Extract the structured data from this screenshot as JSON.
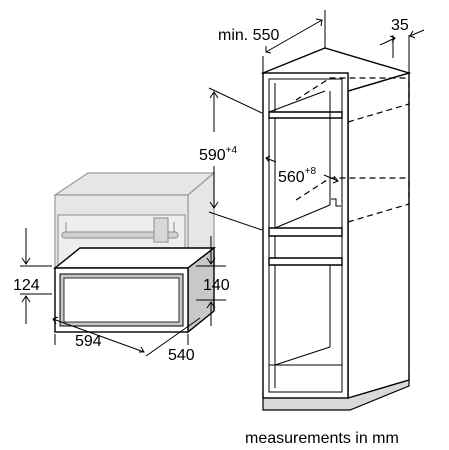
{
  "labels": {
    "min_width": "min. 550",
    "depth_35": "35",
    "height_590": "590",
    "height_590_tol": "+4",
    "width_560": "560",
    "width_560_tol": "+8",
    "h_124": "124",
    "h_140": "140",
    "w_594": "594",
    "d_540": "540",
    "caption": "measurements in mm"
  },
  "colors": {
    "line": "#000000",
    "oven_outline": "#9a9a9a",
    "oven_fill": "#e6e6e6",
    "drawer_fill": "#c8c8c8",
    "floor_fill": "#d9d9d9"
  }
}
